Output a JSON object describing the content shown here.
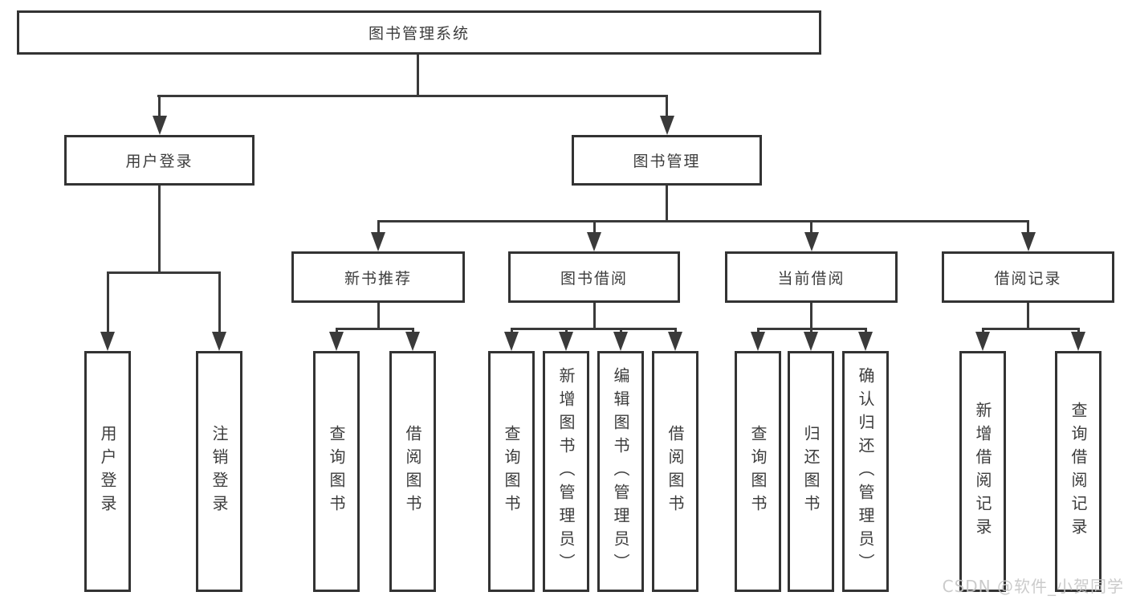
{
  "nodes": {
    "root": "图书管理系统",
    "level2": [
      "用户登录",
      "图书管理"
    ],
    "level3": [
      "新书推荐",
      "图书借阅",
      "当前借阅",
      "借阅记录"
    ],
    "leaves": [
      "用户登录",
      "注销登录",
      "查询图书",
      "借阅图书",
      "查询图书",
      "新增图书（管理员）",
      "编辑图书（管理员）",
      "借阅图书",
      "查询图书",
      "归还图书",
      "确认归还（管理员）",
      "新增借阅记录",
      "查询借阅记录"
    ]
  },
  "watermark": "CSDN @软件_小贺同学",
  "colors": {
    "line": "#3a3a3a",
    "border": "#333333",
    "text": "#3c3c3c",
    "background": "#ffffff",
    "watermark": "#c6c6c6"
  }
}
